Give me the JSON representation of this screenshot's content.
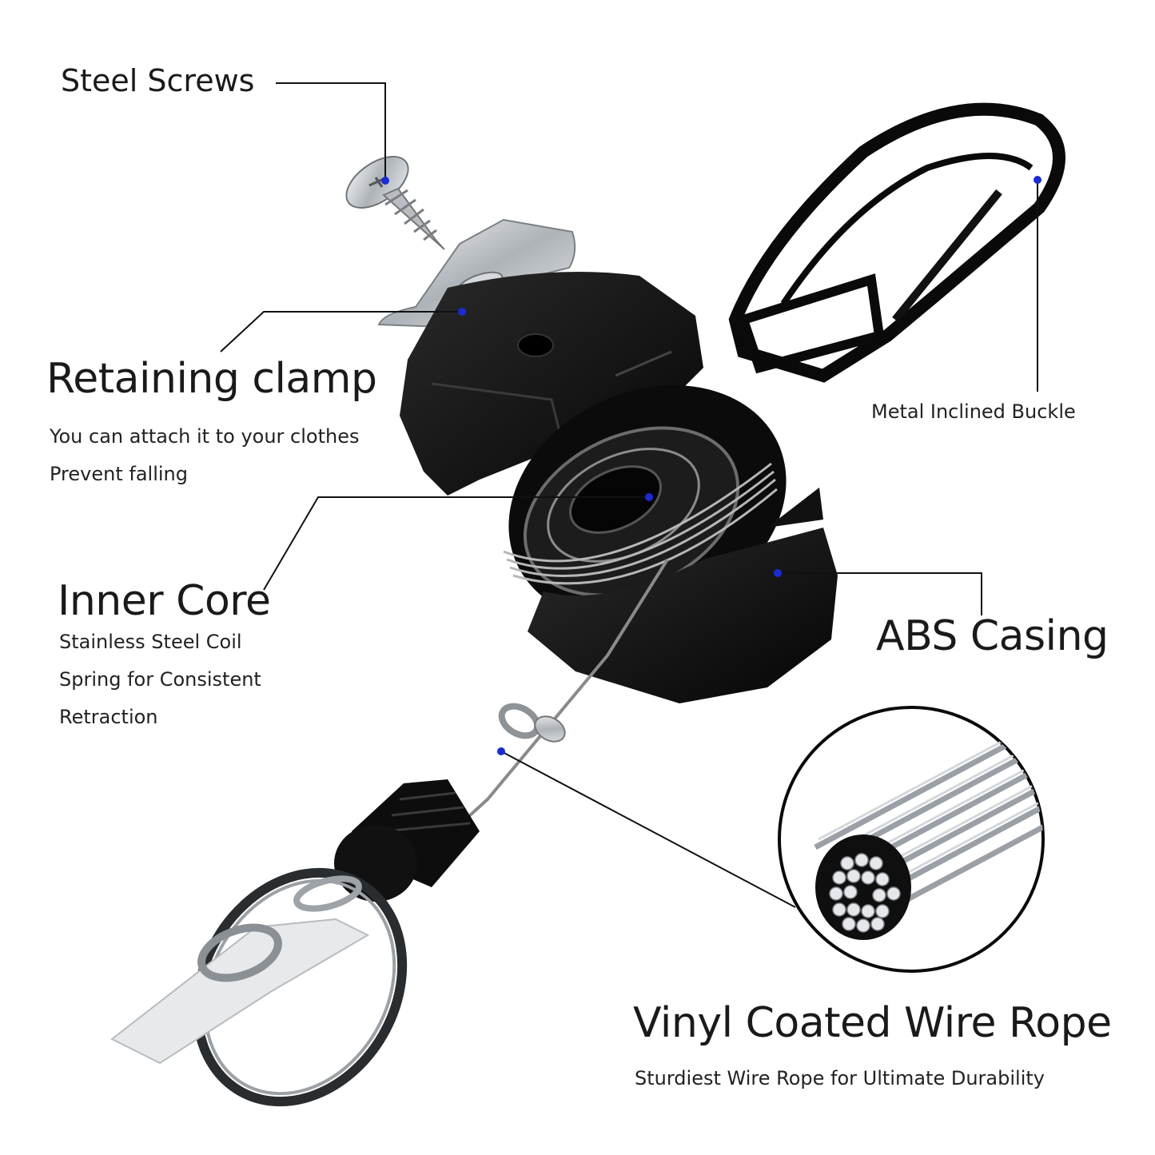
{
  "colors": {
    "background": "#ffffff",
    "text": "#1a1a1a",
    "leader_line": "#111111",
    "anchor_dot": "#1a2bd6",
    "part_black": "#0d0d0d",
    "metal": "#c8ccd0"
  },
  "parts": [
    {
      "id": "steel-screws",
      "title": "Steel Screws",
      "description": []
    },
    {
      "id": "retaining-clamp",
      "title": "Retaining clamp",
      "description": [
        "You can attach it to your clothes",
        "Prevent falling"
      ]
    },
    {
      "id": "metal-inclined-buckle",
      "title": "Metal Inclined Buckle",
      "description": []
    },
    {
      "id": "inner-core",
      "title": "Inner Core",
      "description": [
        "Stainless Steel Coil",
        "Spring for Consistent",
        "Retraction"
      ]
    },
    {
      "id": "abs-casing",
      "title": "ABS Casing",
      "description": []
    },
    {
      "id": "vinyl-coated-wire-rope",
      "title": "Vinyl Coated Wire Rope",
      "description": [
        "Sturdiest Wire Rope for Ultimate Durability"
      ]
    }
  ]
}
